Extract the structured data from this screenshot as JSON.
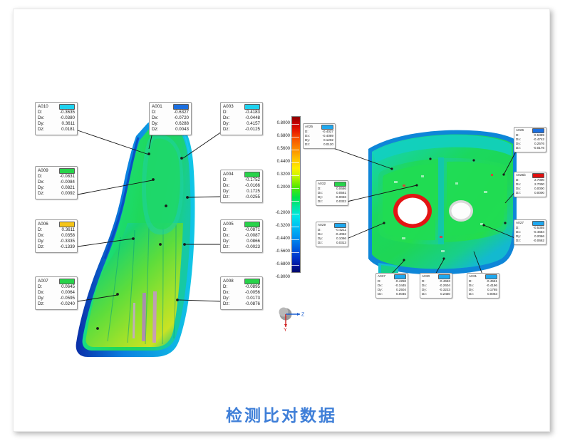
{
  "page": {
    "caption": "检测比对数据",
    "caption_color": "#3f7fd8",
    "background": "#ffffff"
  },
  "colorbar": {
    "name": "deviation-color-scale",
    "unit": "mm",
    "max": 0.8,
    "min": -0.8,
    "ticks": [
      "0.8000",
      "0.6800",
      "0.5600",
      "0.4400",
      "0.3200",
      "0.2000",
      "-0.2000",
      "-0.3200",
      "-0.4400",
      "-0.5600",
      "-0.6800",
      "-0.8000"
    ]
  },
  "axis_triad": {
    "x_label": "",
    "y_label": "Y",
    "z_label": "Z"
  },
  "left_view": {
    "name": "left-part-deviation-view",
    "callouts": [
      {
        "id": "A010",
        "swatch": "#1fd2ef",
        "D": "-0.3635",
        "Dx": "-0.0380",
        "Dy": "0.3611",
        "Dz": "0.0181"
      },
      {
        "id": "A009",
        "swatch": "#27d34a",
        "D": "-0.0831",
        "Dx": "-0.0084",
        "Dy": "0.0821",
        "Dz": "0.0092"
      },
      {
        "id": "A006",
        "swatch": "#f5c518",
        "D": "0.3611",
        "Dx": "0.0358",
        "Dy": "-0.3335",
        "Dz": "-0.1339"
      },
      {
        "id": "A007",
        "swatch": "#27d34a",
        "D": "0.0645",
        "Dx": "0.0064",
        "Dy": "-0.0595",
        "Dz": "-0.0240"
      },
      {
        "id": "A001",
        "swatch": "#1b6fe0",
        "D": "-0.6327",
        "Dx": "-0.0720",
        "Dy": "0.6288",
        "Dz": "0.0043"
      },
      {
        "id": "A003",
        "swatch": "#1fd2ef",
        "D": "-0.4183",
        "Dx": "-0.0448",
        "Dy": "0.4157",
        "Dz": "-0.0125"
      },
      {
        "id": "A004",
        "swatch": "#27d34a",
        "D": "-0.1752",
        "Dx": "-0.0166",
        "Dy": "0.1725",
        "Dz": "-0.0255"
      },
      {
        "id": "A005",
        "swatch": "#27d34a",
        "D": "-0.0871",
        "Dx": "-0.0087",
        "Dy": "0.0866",
        "Dz": "-0.0023"
      },
      {
        "id": "A008",
        "swatch": "#27d34a",
        "D": "-0.0895",
        "Dx": "-0.0056",
        "Dy": "0.0173",
        "Dz": "-0.0876"
      }
    ]
  },
  "right_view": {
    "name": "right-part-deviation-view",
    "callouts": [
      {
        "id": "A025",
        "swatch": "#1fa8ef",
        "D": "-0.4027",
        "Dx": "-0.4089",
        "Dy": "0.1202",
        "Dz": "0.0120"
      },
      {
        "id": "A032",
        "swatch": "#27d34a",
        "D": "0.0686",
        "Dx": "0.0561",
        "Dy": "-0.0046",
        "Dz": "0.0322"
      },
      {
        "id": "A029",
        "swatch": "#1fa8ef",
        "D": "-0.4211",
        "Dx": "-0.4062",
        "Dy": "0.1066",
        "Dz": "0.0313"
      },
      {
        "id": "A026",
        "swatch": "#1b6fe0",
        "D": "-0.5389",
        "Dx": "-0.4742",
        "Dy": "0.2576",
        "Dz": "-0.0176"
      },
      {
        "id": "A025b",
        "swatch": "#e01010",
        "D": "2.7000",
        "Dx": "2.7000",
        "Dy": "0.0000",
        "Dz": "0.0000"
      },
      {
        "id": "A027",
        "swatch": "#1fa8ef",
        "D": "-0.5355",
        "Dx": "-0.4684",
        "Dy": "0.2066",
        "Dz": "-0.0662"
      },
      {
        "id": "A037",
        "swatch": "#1fa8ef",
        "D": "-0.4258",
        "Dx": "-0.3445",
        "Dy": "0.2504",
        "Dz": "0.0045"
      },
      {
        "id": "A030",
        "swatch": "#1fa8ef",
        "D": "-0.4663",
        "Dx": "-0.2604",
        "Dy": "-0.3223",
        "Dz": "0.2450"
      },
      {
        "id": "A031",
        "swatch": "#1fa8ef",
        "D": "-0.4561",
        "Dx": "-0.4196",
        "Dy": "0.1765",
        "Dz": "0.0063"
      }
    ]
  }
}
